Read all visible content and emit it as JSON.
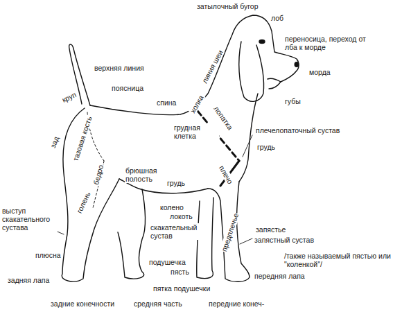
{
  "diagram": {
    "labels": [
      "затылочный бугор",
      "лоб",
      "переносица, переход от лба к морде",
      "морда",
      "губы",
      "линия шеи",
      "верхняя линия",
      "поясница",
      "холка",
      "круп",
      "спина",
      "лопатка",
      "тазовая кость",
      "зад",
      "грудная клетка",
      "плечелопаточный сустав",
      "грудь",
      "бедро",
      "брюшная полость",
      "плечо",
      "грудь",
      "колено",
      "голень",
      "локоть",
      "предплечье",
      "выступ скакательного сустава",
      "скакательный сустав",
      "запястье",
      "запястный сустав",
      "/также называемый пястью или \"коленкой\"/",
      "плюсна",
      "подушечка",
      "пясть",
      "пятка подушечки",
      "передняя лапа",
      "задняя лапа",
      "задние конечности",
      "средняя часть",
      "передние конеч-"
    ]
  }
}
